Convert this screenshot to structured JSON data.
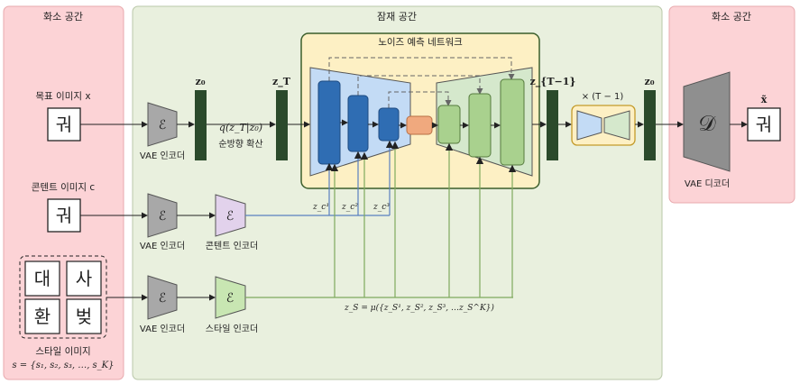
{
  "regions": {
    "pixel_left": "화소 공간",
    "latent": "잠재 공간",
    "pixel_right": "화소 공간"
  },
  "noise_net": {
    "title": "노이즈 예측 네트워크"
  },
  "inputs": {
    "target_label": "목표 이미지 x",
    "target_char": "궈",
    "content_label": "콘텐트 이미지 c",
    "content_char": "궈",
    "style_chars": [
      "대",
      "사",
      "환",
      "벚"
    ],
    "style_label": "스타일 이미지",
    "style_set": "s = {s₁, s₂, s₃, …, s_K}"
  },
  "encoders": {
    "vae_symbol": "ℰ",
    "vae_label": "VAE 인코더",
    "content_label": "콘텐트 인코더",
    "style_label": "스타일 인코더"
  },
  "latents": {
    "z0": "z₀",
    "zT": "z_T",
    "zT1": "z_{T−1}",
    "z0_out": "z₀",
    "forward_formula": "q(z_T|z₀)",
    "forward_label": "순방향 확산",
    "repeat_label": "× (T − 1)"
  },
  "conditions": {
    "zc1": "z_c¹",
    "zc2": "z_c²",
    "zc3": "z_c³",
    "zs_formula": "z_S = μ({z_S¹, z_S², z_S³, …z_S^K})"
  },
  "decoder": {
    "symbol": "𝒟",
    "label": "VAE 디코더",
    "output_label": "x̃",
    "output_char": "궈"
  },
  "colors": {
    "pixel_bg": "#fcd3d6",
    "latent_bg": "#e9f0de",
    "net_bg": "#fdf0c4",
    "encoder_blue": "#c3dbf5",
    "decoder_green": "#d5e8cc",
    "unet_blue": "#2f6db3",
    "unet_green": "#a9d18e",
    "bottleneck": "#f0a97e",
    "latent_bar": "#2b4a2b",
    "content_enc": "#e2d2ec",
    "style_enc": "#c8e6b2",
    "vae_gray": "#a8a8a8"
  }
}
